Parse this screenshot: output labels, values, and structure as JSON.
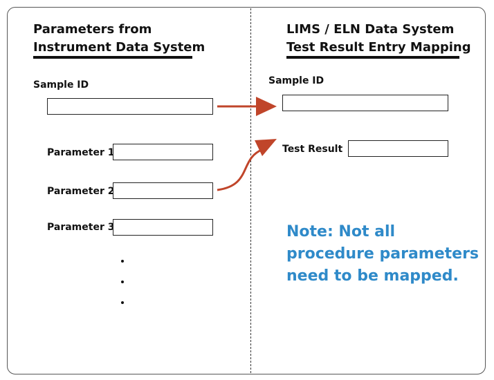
{
  "left_panel": {
    "title_line1": "Parameters from",
    "title_line2": "Instrument Data System",
    "sample_id_label": "Sample ID",
    "parameters": [
      {
        "label": "Parameter 1"
      },
      {
        "label": "Parameter 2"
      },
      {
        "label": "Parameter 3"
      }
    ],
    "continuation_marker": "•"
  },
  "right_panel": {
    "title_line1": "LIMS / ELN Data System",
    "title_line2": "Test Result Entry Mapping",
    "sample_id_label": "Sample ID",
    "test_result_label": "Test Result",
    "note": "Note: Not all procedure parameters need to be mapped."
  },
  "colors": {
    "arrow": "#c0452a",
    "note_text": "#2f8ac9",
    "frame": "#555555"
  }
}
